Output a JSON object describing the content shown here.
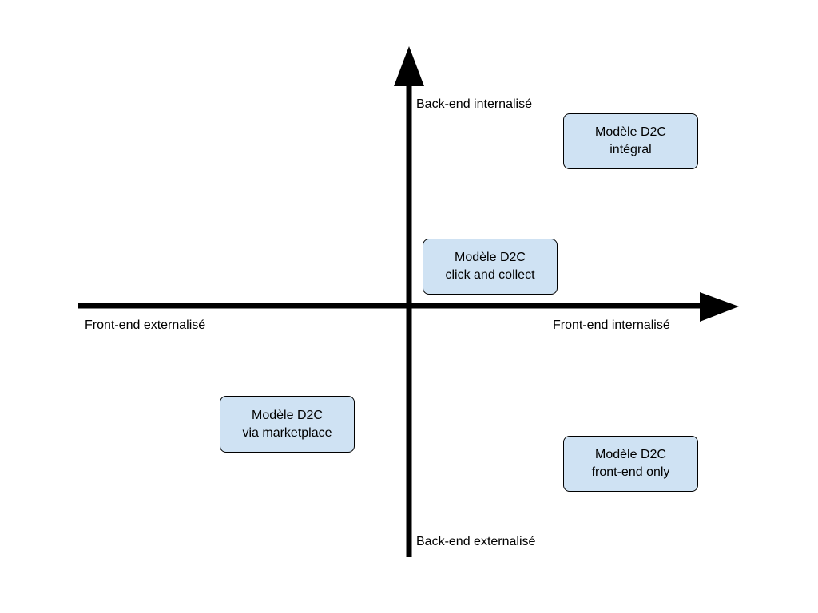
{
  "axes": {
    "top_label": "Back-end internalisé",
    "bottom_label": "Back-end externalisé",
    "left_label": "Front-end externalisé",
    "right_label": "Front-end internalisé",
    "stroke_color": "#000000"
  },
  "boxes": {
    "integral": {
      "line1": "Modèle D2C",
      "line2": "intégral"
    },
    "click_collect": {
      "line1": "Modèle D2C",
      "line2": "click and collect"
    },
    "marketplace": {
      "line1": "Modèle D2C",
      "line2": "via marketplace"
    },
    "front_only": {
      "line1": "Modèle D2C",
      "line2": "front-end only"
    },
    "fill_color": "#cfe2f3"
  }
}
